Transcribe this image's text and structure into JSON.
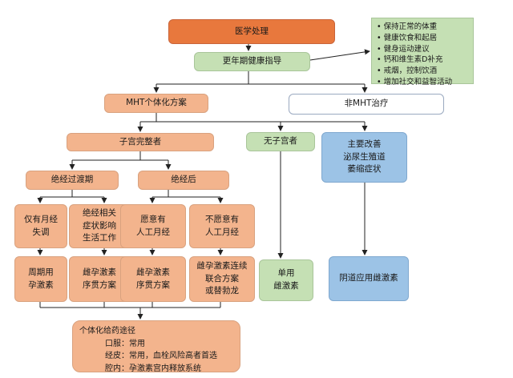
{
  "nodes": {
    "root": "医学处理",
    "guidance": "更年期健康指导",
    "mht": "MHT个体化方案",
    "non_mht": "非MHT治疗",
    "uterus_intact": "子宫完整者",
    "no_uterus": "无子宫者",
    "gsm": "主要改善\n泌尿生殖道\n萎缩症状",
    "perimenopause": "绝经过渡期",
    "postmenopause": "绝经后",
    "irregular": "仅有月经\n失调",
    "symptoms": "绝经相关\n症状影响\n生活工作",
    "wants_period": "愿意有\n人工月经",
    "no_period": "不愿意有\n人工月经",
    "cyclic_progestin": "周期用\n孕激素",
    "sequential_1": "雌孕激素\n序贯方案",
    "sequential_2": "雌孕激素\n序贯方案",
    "continuous": "雌孕激素连续\n联合方案\n或替勃龙",
    "estrogen_only": "单用\n雌激素",
    "vaginal": "阴道应用雌激素"
  },
  "lifestyle_tips": [
    "保持正常的体重",
    "健康饮食和起居",
    "健身运动建议",
    "钙和维生素D补充",
    "戒烟，控制饮酒",
    "增加社交和益智活动"
  ],
  "route": {
    "title": "个体化给药途径",
    "lines": [
      "口服：常用",
      "经皮：常用，血栓风险高者首选",
      "腔内：孕激素宫内释放系统"
    ]
  },
  "colors": {
    "dark_orange": "#e8783d",
    "peach": "#f3b48d",
    "green": "#c5e0b4",
    "blue": "#9cc3e6",
    "connector": "#222222"
  }
}
